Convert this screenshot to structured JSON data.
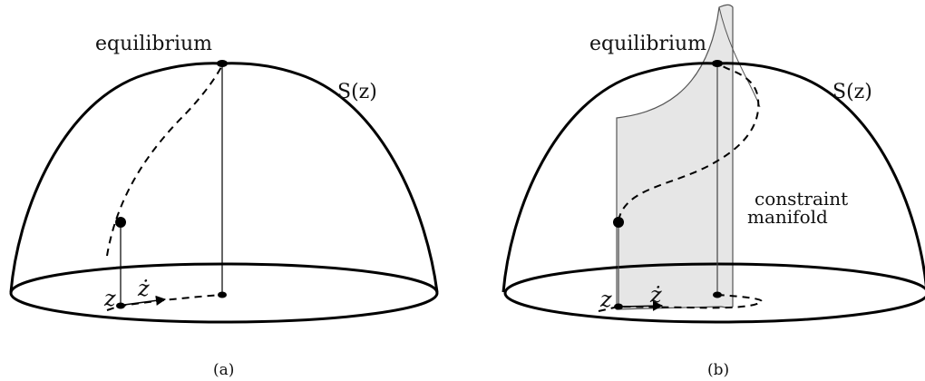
{
  "panel_a": {
    "equilibrium_label": "equilibrium",
    "surface_label": "S(z)",
    "state_label": "z",
    "velocity_label": "ż",
    "caption": "(a)"
  },
  "panel_b": {
    "equilibrium_label": "equilibrium",
    "surface_label": "S(z)",
    "state_label": "z",
    "velocity_label": "ż",
    "manifold_label_line1": "constraint",
    "manifold_label_line2": "manifold",
    "caption": "(b)"
  },
  "colors": {
    "stroke": "#000000",
    "manifold_fill": "#e6e6e6",
    "manifold_stroke": "#555555"
  }
}
